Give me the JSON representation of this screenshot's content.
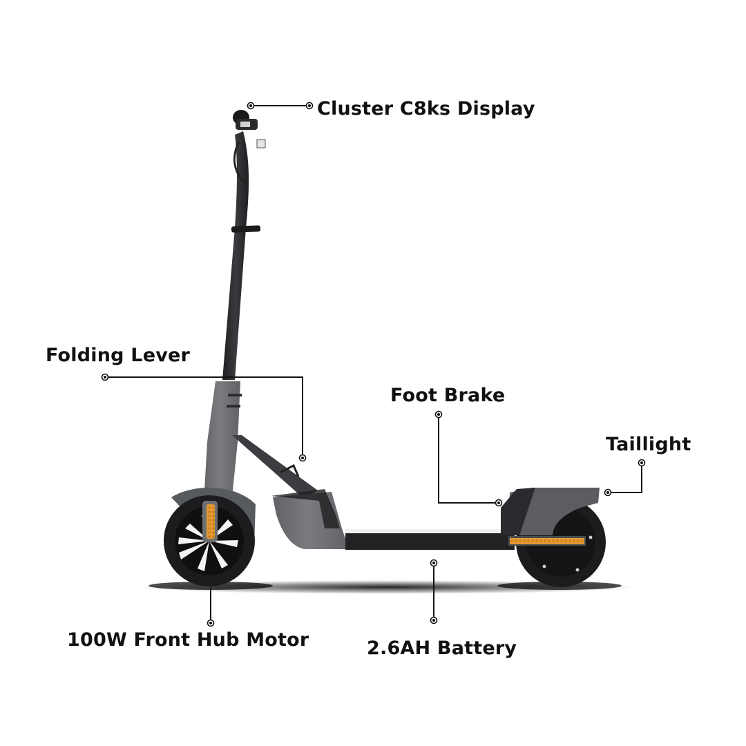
{
  "product": {
    "name": "Electric kick scooter",
    "colors": {
      "body_grey": "#6d6f72",
      "body_dark": "#3d3f43",
      "stem": "#2a2b2e",
      "tire": "#1c1c1e",
      "reflector": "#e0902a",
      "callout_line": "#111111",
      "background": "#ffffff"
    }
  },
  "callouts": [
    {
      "id": "display",
      "label": "Cluster C8ks Display"
    },
    {
      "id": "folding_lever",
      "label": "Folding Lever"
    },
    {
      "id": "foot_brake",
      "label": "Foot Brake"
    },
    {
      "id": "taillight",
      "label": "Taillight"
    },
    {
      "id": "front_motor",
      "label": "100W Front Hub Motor"
    },
    {
      "id": "battery",
      "label": "2.6AH Battery"
    }
  ]
}
